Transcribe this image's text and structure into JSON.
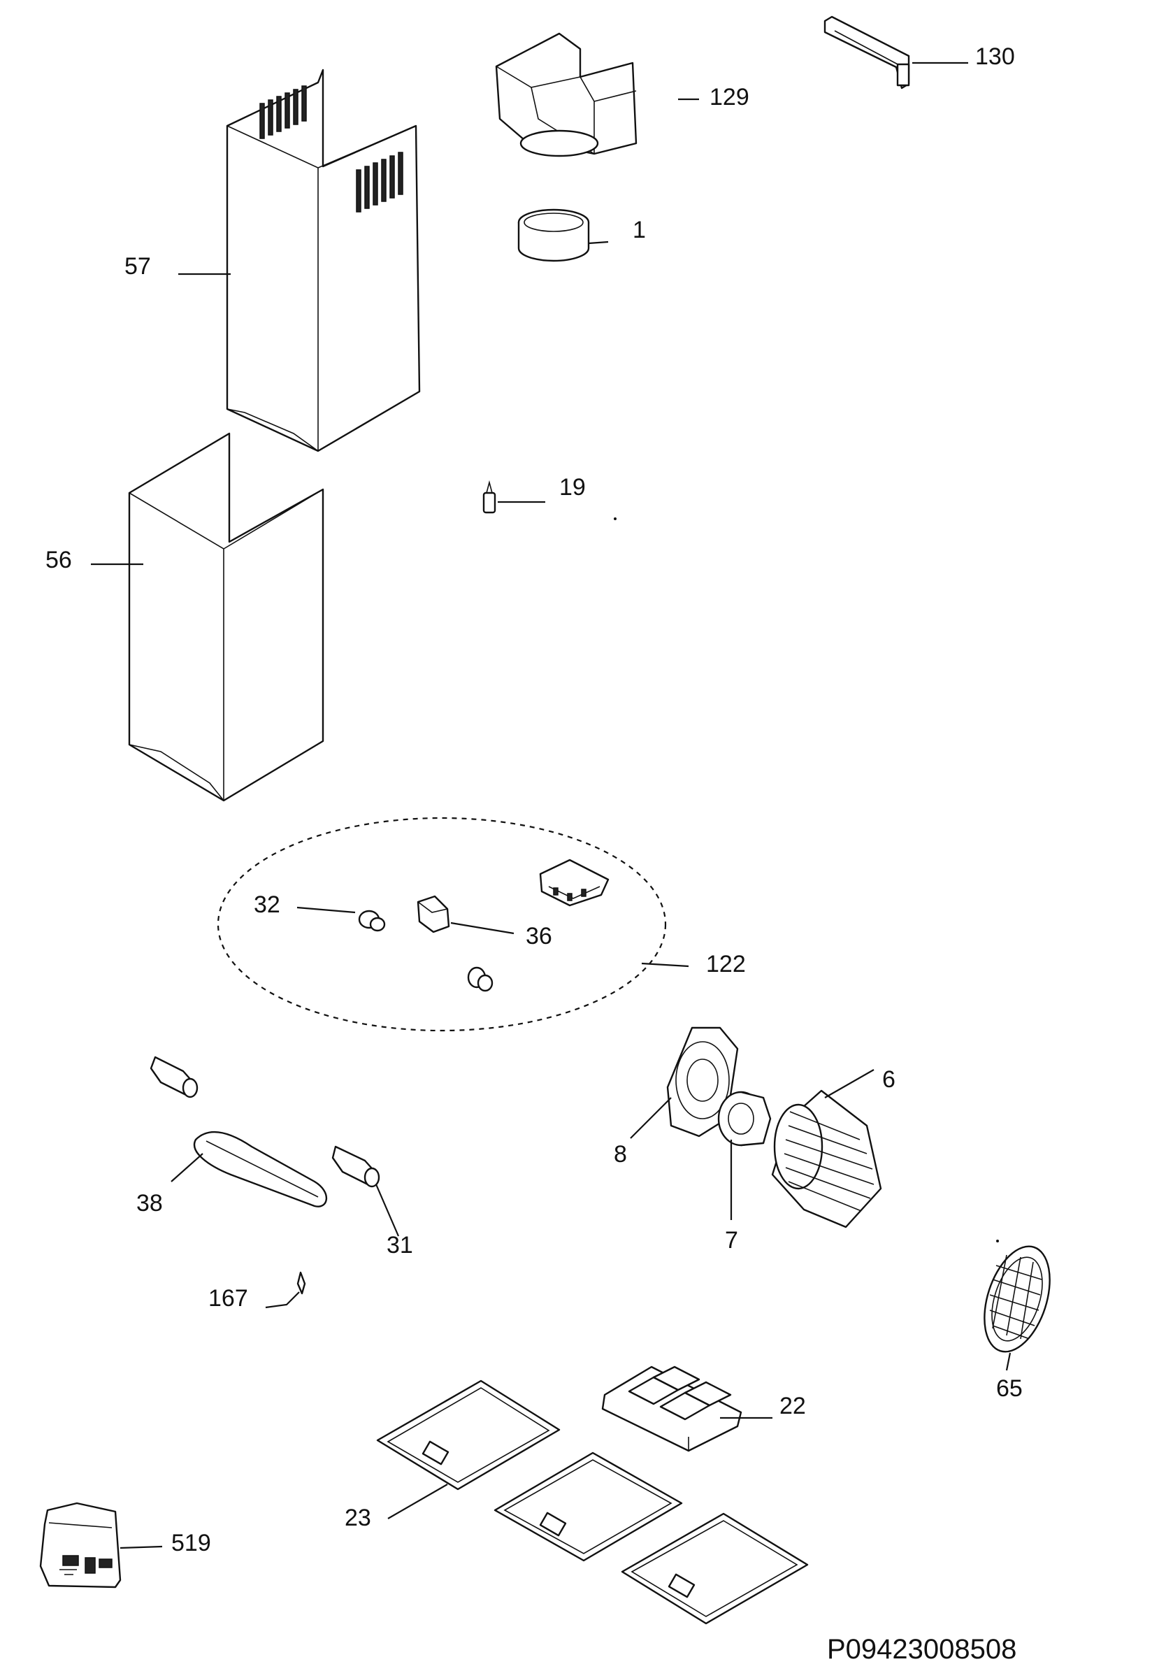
{
  "diagram": {
    "reference_code": "P09423008508",
    "parts": [
      {
        "id": "p130",
        "label": "130"
      },
      {
        "id": "p129",
        "label": "129"
      },
      {
        "id": "p1",
        "label": "1"
      },
      {
        "id": "p57",
        "label": "57"
      },
      {
        "id": "p19",
        "label": "19"
      },
      {
        "id": "p56",
        "label": "56"
      },
      {
        "id": "p32",
        "label": "32"
      },
      {
        "id": "p36",
        "label": "36"
      },
      {
        "id": "p122",
        "label": "122"
      },
      {
        "id": "p6",
        "label": "6"
      },
      {
        "id": "p8",
        "label": "8"
      },
      {
        "id": "p7",
        "label": "7"
      },
      {
        "id": "p38",
        "label": "38"
      },
      {
        "id": "p31",
        "label": "31"
      },
      {
        "id": "p167",
        "label": "167"
      },
      {
        "id": "p65",
        "label": "65"
      },
      {
        "id": "p22",
        "label": "22"
      },
      {
        "id": "p23",
        "label": "23"
      },
      {
        "id": "p519",
        "label": "519"
      }
    ]
  }
}
